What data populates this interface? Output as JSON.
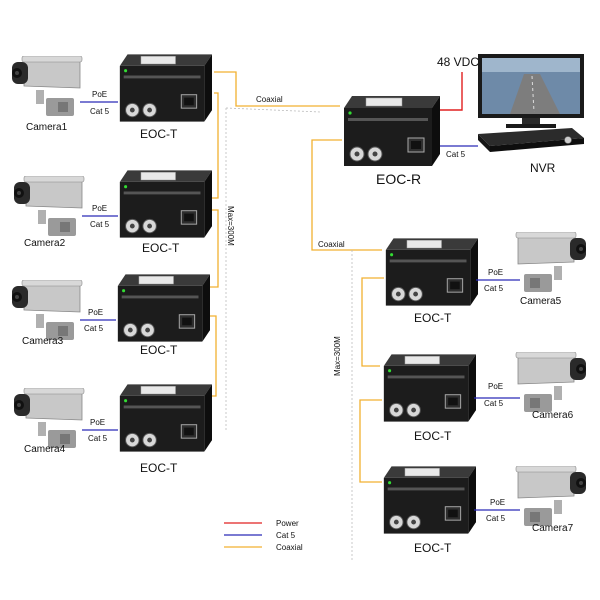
{
  "colors": {
    "power": "#e02020",
    "cat5": "#2a2ab8",
    "coaxial": "#f2b030",
    "device_body": "#1c1c1c",
    "camera_body": "#c8c8c8"
  },
  "labels": {
    "power_supply": "48 VDC",
    "coaxial_left": "Coaxial",
    "coaxial_right": "Coaxial",
    "max_left": "Max=300M",
    "max_right": "Max=300M",
    "receiver": "EOC-R",
    "recorder": "NVR",
    "recorder_link": "Cat 5",
    "poe": "PoE",
    "cat5": "Cat 5",
    "transmitter": "EOC-T"
  },
  "left_channels": [
    {
      "camera": "Camera1",
      "poe": "PoE",
      "cat": "Cat 5",
      "unit": "EOC-T"
    },
    {
      "camera": "Camera2",
      "poe": "PoE",
      "cat": "Cat 5",
      "unit": "EOC-T"
    },
    {
      "camera": "Camera3",
      "poe": "PoE",
      "cat": "Cat 5",
      "unit": "EOC-T"
    },
    {
      "camera": "Camera4",
      "poe": "PoE",
      "cat": "Cat 5",
      "unit": "EOC-T"
    }
  ],
  "right_channels": [
    {
      "camera": "Camera5",
      "poe": "PoE",
      "cat": "Cat 5",
      "unit": "EOC-T"
    },
    {
      "camera": "Camera6",
      "poe": "PoE",
      "cat": "Cat 5",
      "unit": "EOC-T"
    },
    {
      "camera": "Camera7",
      "poe": "PoE",
      "cat": "Cat 5",
      "unit": "EOC-T"
    }
  ],
  "legend": [
    {
      "label": "Power",
      "color": "#e02020"
    },
    {
      "label": "Cat 5",
      "color": "#2a2ab8"
    },
    {
      "label": "Coaxial",
      "color": "#f2b030"
    }
  ]
}
